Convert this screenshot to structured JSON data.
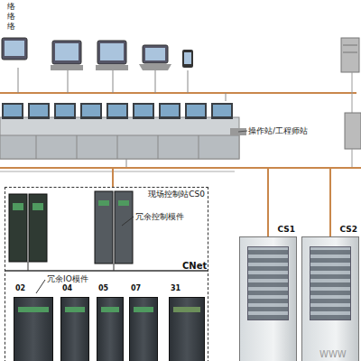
{
  "diagram": {
    "nodes": [
      {
        "text": [
          "现场控制站CS0"
        ]
      },
      {
        "text": [
          "02"
        ],
        "in": 0
      },
      {
        "text": [
          "04"
        ],
        "in": 0
      },
      {
        "text": [
          "05"
        ],
        "in": 0
      },
      {
        "text": [
          "07"
        ],
        "in": 0
      },
      {
        "text": [
          "31"
        ],
        "in": 0
      },
      {
        "text": [
          "CS1"
        ]
      },
      {
        "text": [
          "CS2"
        ]
      }
    ],
    "edges": [
      {
        "from": 0,
        "to": 6,
        "arrow": "none"
      },
      {
        "from": 0,
        "to": 7,
        "arrow": "none"
      }
    ],
    "labels": [
      "络",
      "络",
      "络",
      "操作站/工程师站",
      "冗余控制模件",
      "冗余IO模件",
      "CNet",
      "WWW"
    ]
  }
}
